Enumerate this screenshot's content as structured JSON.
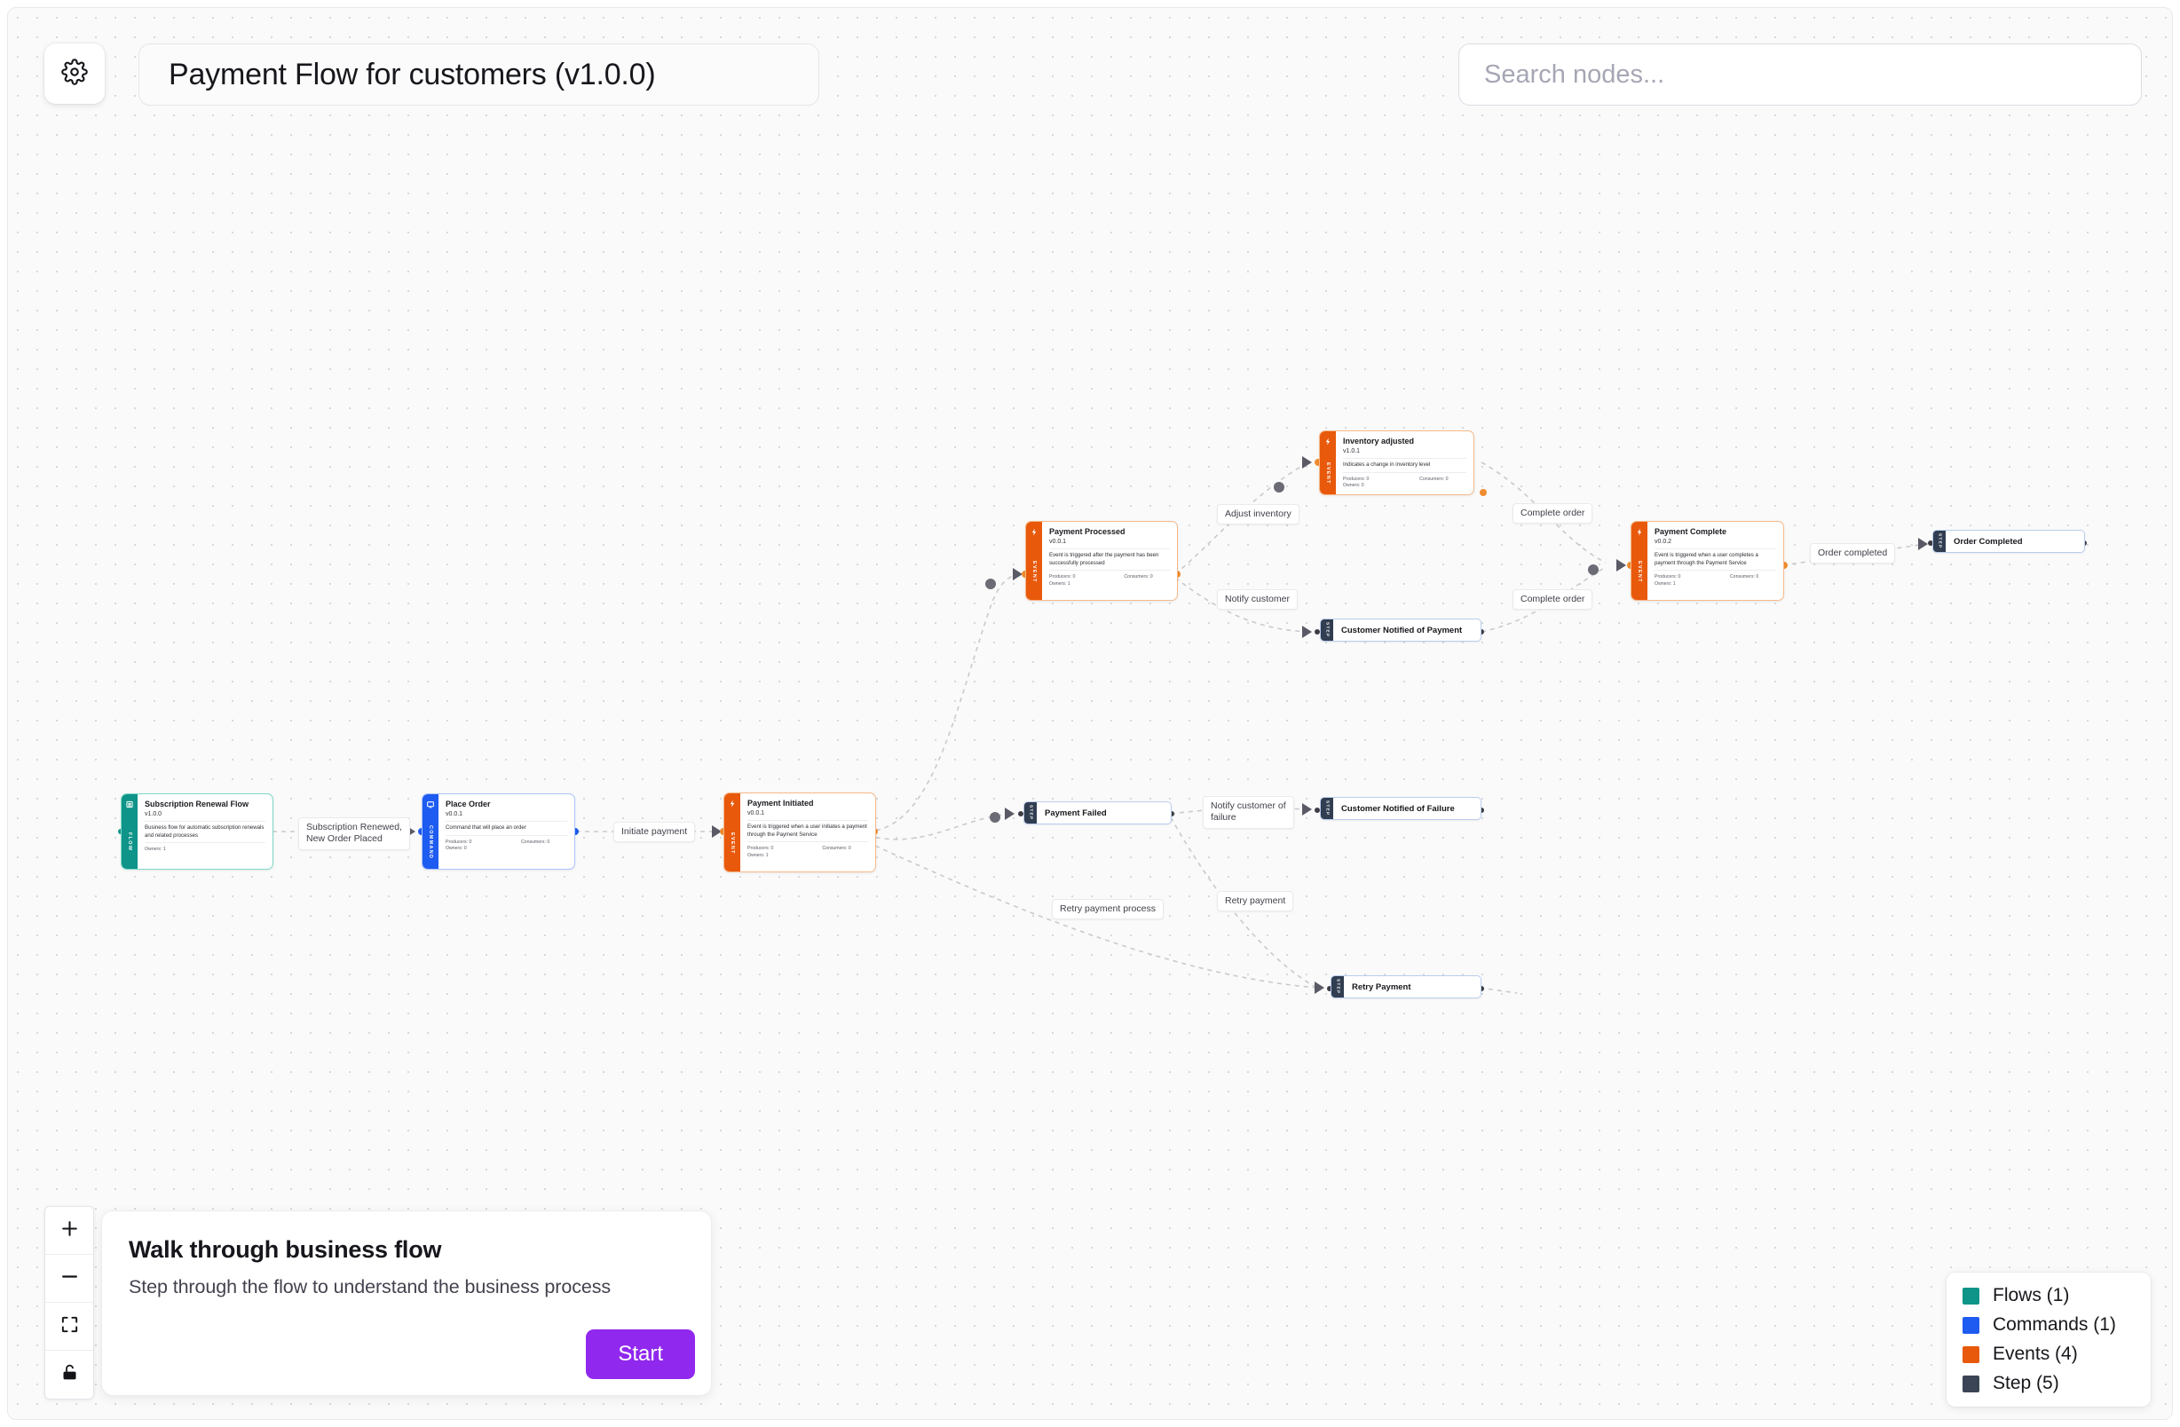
{
  "header": {
    "gear_icon": "gear-icon",
    "title": "Payment Flow for customers (v1.0.0)",
    "search_placeholder": "Search nodes...",
    "search_value": ""
  },
  "nodes": [
    {
      "id": "subscription-renewal-flow",
      "kind": "flow",
      "rail_label": "FLOW",
      "title": "Subscription Renewal Flow",
      "version": "v1.0.0",
      "description": "Business flow for automatic subscription renewals and related processes",
      "producers": null,
      "consumers": null,
      "owners": "Owners: 1"
    },
    {
      "id": "place-order",
      "kind": "command",
      "rail_label": "COMMAND",
      "title": "Place Order",
      "version": "v0.0.1",
      "description": "Command that will place an order",
      "producers": "Producers: 0",
      "consumers": "Consumers: 0",
      "owners": "Owners: 0"
    },
    {
      "id": "payment-initiated",
      "kind": "event",
      "rail_label": "EVENT",
      "title": "Payment Initiated",
      "version": "v0.0.1",
      "description": "Event is triggered when a user initiates a payment through the Payment Service",
      "producers": "Producers: 0",
      "consumers": "Consumers: 0",
      "owners": "Owners: 1"
    },
    {
      "id": "payment-processed",
      "kind": "event",
      "rail_label": "EVENT",
      "title": "Payment Processed",
      "version": "v0.0.1",
      "description": "Event is triggered after the payment has been successfully processed",
      "producers": "Producers: 0",
      "consumers": "Consumers: 0",
      "owners": "Owners: 1"
    },
    {
      "id": "inventory-adjusted",
      "kind": "event",
      "rail_label": "EVENT",
      "title": "Inventory adjusted",
      "version": "v1.0.1",
      "description": "Indicates a change in inventory level",
      "producers": "Producers: 0",
      "consumers": "Consumers: 0",
      "owners": "Owners: 0"
    },
    {
      "id": "payment-complete",
      "kind": "event",
      "rail_label": "EVENT",
      "title": "Payment Complete",
      "version": "v0.0.2",
      "description": "Event is triggered when a user completes a payment through the Payment Service",
      "producers": "Producers: 0",
      "consumers": "Consumers: 0",
      "owners": "Owners: 1"
    }
  ],
  "steps": [
    {
      "id": "customer-notified-of-payment",
      "rail_label": "STEP",
      "title": "Customer Notified of Payment"
    },
    {
      "id": "order-completed",
      "rail_label": "STEP",
      "title": "Order Completed"
    },
    {
      "id": "payment-failed",
      "rail_label": "STEP",
      "title": "Payment Failed"
    },
    {
      "id": "customer-notified-of-failure",
      "rail_label": "STEP",
      "title": "Customer Notified of Failure"
    },
    {
      "id": "retry-payment",
      "rail_label": "STEP",
      "title": "Retry Payment"
    }
  ],
  "edge_labels": [
    {
      "id": "subscription-renewed",
      "text": "Subscription Renewed,\nNew Order Placed"
    },
    {
      "id": "initiate-payment",
      "text": "Initiate payment"
    },
    {
      "id": "adjust-inventory",
      "text": "Adjust inventory"
    },
    {
      "id": "notify-customer",
      "text": "Notify customer"
    },
    {
      "id": "complete-order-top",
      "text": "Complete order"
    },
    {
      "id": "complete-order-bottom",
      "text": "Complete order"
    },
    {
      "id": "order-completed-edge",
      "text": "Order completed"
    },
    {
      "id": "notify-customer-failure",
      "text": "Notify customer of\nfailure"
    },
    {
      "id": "retry-payment-process",
      "text": "Retry payment process"
    },
    {
      "id": "retry-payment-edge",
      "text": "Retry payment"
    }
  ],
  "controls": {
    "zoom_in": "zoom-in-icon",
    "zoom_out": "zoom-out-icon",
    "fit_view": "fit-view-icon",
    "lock": "lock-icon"
  },
  "walkthrough": {
    "title": "Walk through business flow",
    "subtitle": "Step through the flow to understand the business process",
    "button": "Start"
  },
  "legend": {
    "items": [
      {
        "label": "Flows (1)",
        "color": "#0e9488"
      },
      {
        "label": "Commands (1)",
        "color": "#1e5bf0"
      },
      {
        "label": "Events (4)",
        "color": "#e8590c"
      },
      {
        "label": "Step (5)",
        "color": "#3a4455"
      }
    ]
  }
}
